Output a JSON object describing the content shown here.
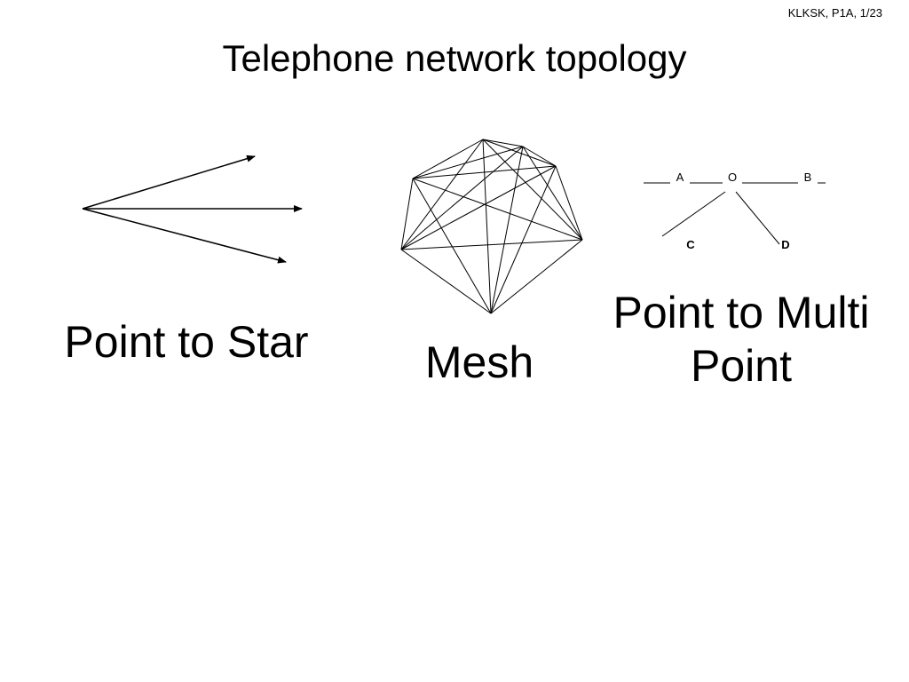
{
  "slide_ref": "KLKSK, P1A, 1/23",
  "title": "Telephone network topology",
  "diagrams": {
    "star": {
      "caption": "Point to Star"
    },
    "mesh": {
      "caption": "Mesh"
    },
    "multipoint": {
      "caption_line1": "Point to Multi",
      "caption_line2": "Point",
      "nodes": {
        "a": "A",
        "o": "O",
        "b": "B",
        "c": "C",
        "d": "D"
      }
    }
  }
}
